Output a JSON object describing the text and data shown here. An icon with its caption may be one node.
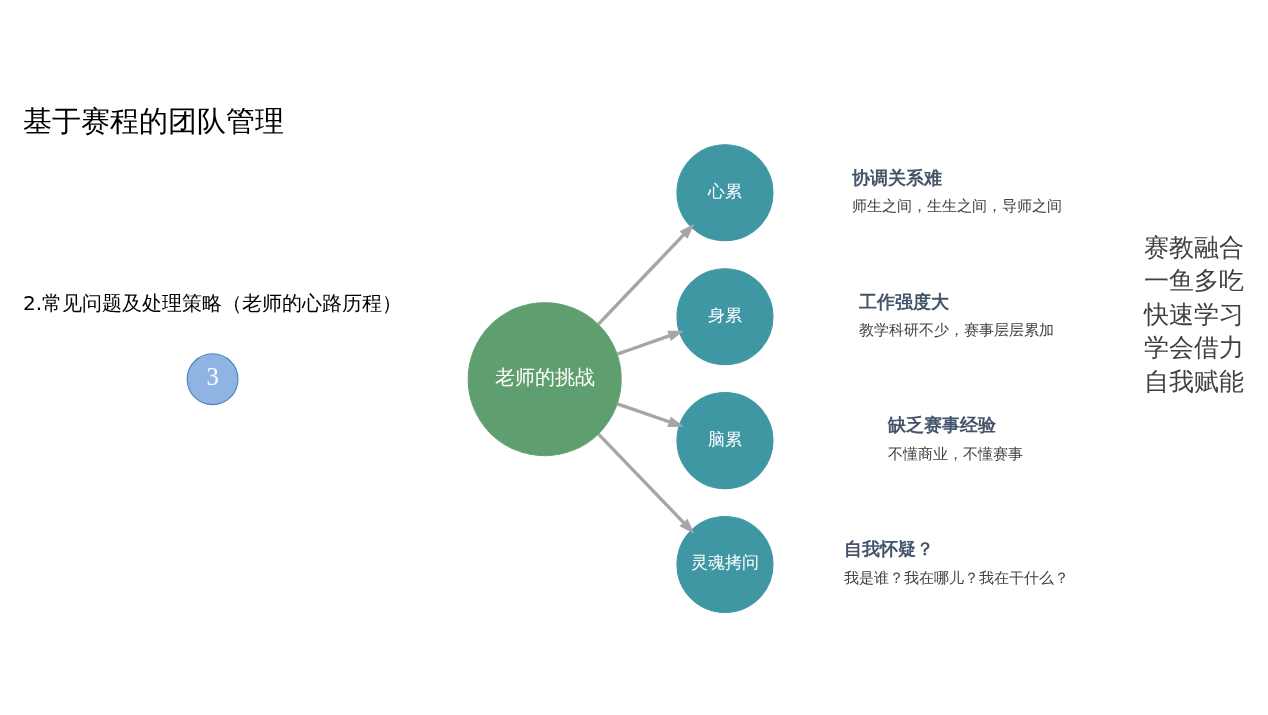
{
  "diagram": {
    "title": "基于赛程的团队管理",
    "nodes": [
      {
        "text": [
          "3"
        ]
      },
      {
        "text": [
          "老师的挑战"
        ]
      },
      {
        "text": [
          "心累"
        ],
        "beside": [
          "协调关系难",
          "师生之间，生生之间，导师之间"
        ]
      },
      {
        "text": [
          "身累"
        ],
        "beside": [
          "工作强度大",
          "教学科研不少，赛事层层累加"
        ]
      },
      {
        "text": [
          "脑累"
        ],
        "beside": [
          "缺乏赛事经验",
          "不懂商业，不懂赛事"
        ]
      },
      {
        "text": [
          "灵魂拷问"
        ],
        "beside": [
          "自我怀疑？",
          "我是谁？我在哪儿？我在干什么？"
        ]
      }
    ],
    "edges": [
      {
        "from": 1,
        "to": 2,
        "arrow": "to"
      },
      {
        "from": 1,
        "to": 3,
        "arrow": "to"
      },
      {
        "from": 1,
        "to": 4,
        "arrow": "to"
      },
      {
        "from": 1,
        "to": 5,
        "arrow": "to"
      }
    ],
    "labels": [
      "2.常见问题及处理策略（老师的心路历程）",
      "赛教融合",
      "一鱼多吃",
      "快速学习",
      "学会借力",
      "自我赋能"
    ]
  }
}
